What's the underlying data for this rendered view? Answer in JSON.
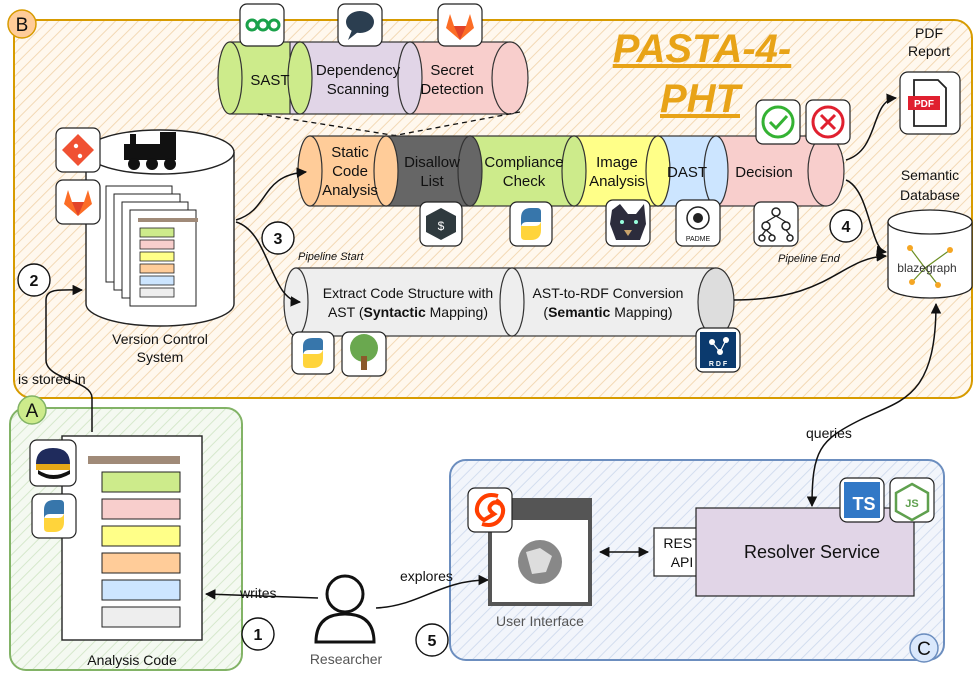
{
  "title": "PASTA-4-\nPHT",
  "title_line1": "PASTA-4-",
  "title_line2": "PHT",
  "regions": {
    "b": "B",
    "a": "A",
    "c": "C"
  },
  "steps": [
    "1",
    "2",
    "3",
    "4",
    "5"
  ],
  "top_cylinder": {
    "sast": "SAST",
    "dependency_1": "Dependency",
    "dependency_2": "Scanning",
    "secret_1": "Secret",
    "secret_2": "Detection"
  },
  "pipeline": {
    "static_1": "Static",
    "static_2": "Code",
    "static_3": "Analysis",
    "disallow_1": "Disallow",
    "disallow_2": "List",
    "compliance_1": "Compliance",
    "compliance_2": "Check",
    "image_1": "Image",
    "image_2": "Analysis",
    "dast": "DAST",
    "decision": "Decision"
  },
  "semantic_pipeline": {
    "extract_1": "Extract Code Structure with",
    "extract_2_pre": "AST (",
    "extract_2_bold": "Syntactic",
    "extract_2_post": " Mapping)",
    "ast_1": "AST-to-RDF Conversion",
    "ast_2_pre": "(",
    "ast_2_bold": "Semantic",
    "ast_2_post": " Mapping)"
  },
  "labels": {
    "pipeline_start": "Pipeline Start",
    "pipeline_end": "Pipeline End",
    "vcs_1": "Version Control",
    "vcs_2": "System",
    "is_stored_in": "is stored in",
    "pdf_1": "PDF",
    "pdf_2": "Report",
    "semdb_1": "Semantic",
    "semdb_2": "Database",
    "blazegraph": "blazegraph",
    "queries": "queries",
    "analysis_code": "Analysis Code",
    "writes": "writes",
    "explores": "explores",
    "researcher": "Researcher",
    "user_interface": "User Interface",
    "rest_1": "REST",
    "rest_2": "API",
    "resolver": "Resolver Service",
    "ts": "TS",
    "pdf_badge": "PDF",
    "rdf": "R D F",
    "padme": "PADME"
  },
  "colors": {
    "orange_region": "#d79b00",
    "orange_fill": "#fff3e6",
    "green_region": "#82b366",
    "green_fill": "#eef6ea",
    "blue_region": "#6c8ebf",
    "blue_fill": "#e8eef8",
    "title": "#e8a317",
    "static": "#ffcc99",
    "disallow": "#666666",
    "compliance": "#cdeb8b",
    "image": "#ffff88",
    "dast": "#cce5ff",
    "decision": "#f8cecc",
    "sast": "#cdeb8b",
    "dependency": "#e1d5e7",
    "secret": "#f8cecc",
    "resolver": "#e1d5e7"
  }
}
